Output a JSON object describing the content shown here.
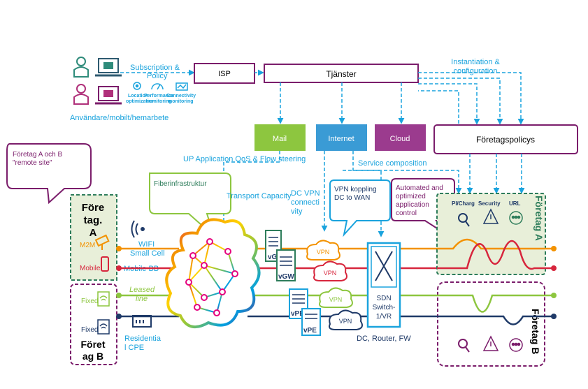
{
  "colors": {
    "cyan": "#1aa3dd",
    "purple": "#7b1d6b",
    "green": "#8dc63f",
    "blue": "#3a9bd5",
    "magenta": "#9b3b8e",
    "orange": "#f39200",
    "red": "#d7263d",
    "navy": "#1f3a68",
    "darkgreen": "#2e7d5b",
    "pale_green": "#e8efd9"
  },
  "top": {
    "subscription": [
      "Subscription &",
      "Policy"
    ],
    "isp": "ISP",
    "tjanster": "Tjänster",
    "instantiation": [
      "Instantiation &",
      "configuration"
    ],
    "users_caption": "Användare/mobilt/hemarbete",
    "monitor_labels": [
      [
        "Location",
        "optimization"
      ],
      [
        "Performance",
        "monitoring"
      ],
      [
        "Connectivity",
        "monitoring"
      ]
    ]
  },
  "services": {
    "mail": "Mail",
    "internet": "Internet",
    "cloud": "Cloud",
    "policy": "Företagspolicys"
  },
  "labels": {
    "remote_site": [
      "Företag A och B",
      "\"remote site\""
    ],
    "up_qos": "UP Application QoS & Flow steering",
    "service_composition": "Service composition",
    "fiber": "Fiberinfrastruktur",
    "transport": "Transport Capacity",
    "dc_vpn": [
      "DC VPN",
      "connecti",
      "vity"
    ],
    "vpn_koppling": [
      "VPN koppling",
      "DC to WAN"
    ],
    "automated": [
      "Automated and",
      "optimized",
      "application",
      "control"
    ],
    "wifi": [
      "WIFI",
      "Small Cell"
    ],
    "mobile_bb": "Mobile BB",
    "leased": [
      "Leased",
      "line"
    ],
    "residential": [
      "Residentia",
      "l CPE"
    ],
    "dc_router": "DC, Router, FW",
    "sdn": [
      "SDN",
      "Switch-",
      "1/VR"
    ],
    "company_a": [
      "Före",
      "tag.",
      "A"
    ],
    "company_b": [
      "Föret",
      "ag B"
    ],
    "m2m": "M2M",
    "mobile": "Mobile",
    "fixed1": "Fixed",
    "fixed2": "Fixed",
    "vgw1": "vG",
    "vgw2": "vGW",
    "vpe1": "vPE",
    "vpe2": "vPE",
    "vpn": [
      "VPN",
      "VPN",
      "VPN",
      "VPN"
    ],
    "foretag_a_right": "Företag A",
    "foretag_b_right": "Företag B",
    "dpi": "PI/Charg",
    "security": "Security",
    "url": "URL"
  }
}
